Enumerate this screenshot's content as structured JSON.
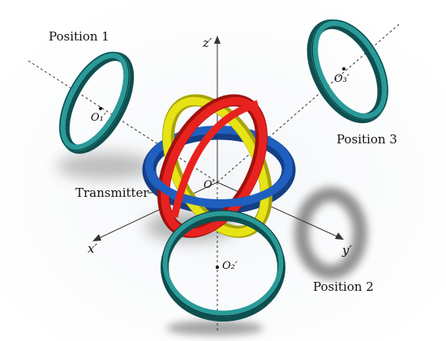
{
  "labels": {
    "position_1": "Position 1",
    "position_2": "Position 2",
    "position_3": "Position 3",
    "transmitter": "Transmitter"
  },
  "axes": {
    "z": "z′",
    "x": "x′",
    "y": "y′"
  },
  "origins": {
    "center": "O′",
    "o1": "O₁′",
    "o2": "O₂′",
    "o3": "O₃′"
  },
  "colors": {
    "receiver_ring": "#2a9a98",
    "receiver_ring_dark": "#0f4f50",
    "coil_red": "#e8221e",
    "coil_yellow": "#e6e316",
    "coil_blue": "#1f5fbf",
    "shadow": "#5a5a5a"
  }
}
